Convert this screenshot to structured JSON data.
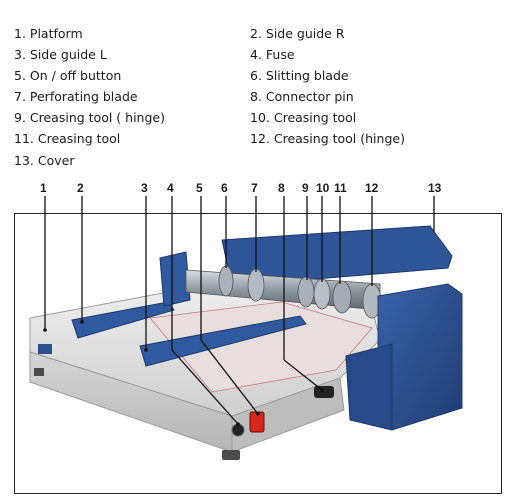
{
  "legend": [
    {
      "num": "1",
      "text": "1. Platform"
    },
    {
      "num": "2",
      "text": "2. Side guide R"
    },
    {
      "num": "3",
      "text": "3. Side guide L"
    },
    {
      "num": "4",
      "text": "4. Fuse"
    },
    {
      "num": "5",
      "text": "5. On / off button"
    },
    {
      "num": "6",
      "text": "6. Slitting blade"
    },
    {
      "num": "7",
      "text": "7. Perforating blade"
    },
    {
      "num": "8",
      "text": "8. Connector pin"
    },
    {
      "num": "9",
      "text": "9. Creasing tool ( hinge)"
    },
    {
      "num": "10",
      "text": "10. Creasing tool"
    },
    {
      "num": "11",
      "text": "11. Creasing tool"
    },
    {
      "num": "12",
      "text": "12. Creasing tool (hinge)"
    },
    {
      "num": "13",
      "text": "13. Cover"
    }
  ],
  "callouts": [
    "1",
    "2",
    "3",
    "4",
    "5",
    "6",
    "7",
    "8",
    "9",
    "10",
    "11",
    "12",
    "13"
  ],
  "colors": {
    "body": "#d9d9d9",
    "blue": "#2b4f8f",
    "roller": "#9aa3ab",
    "switch_red": "#d9261c",
    "leader": "#111111"
  }
}
